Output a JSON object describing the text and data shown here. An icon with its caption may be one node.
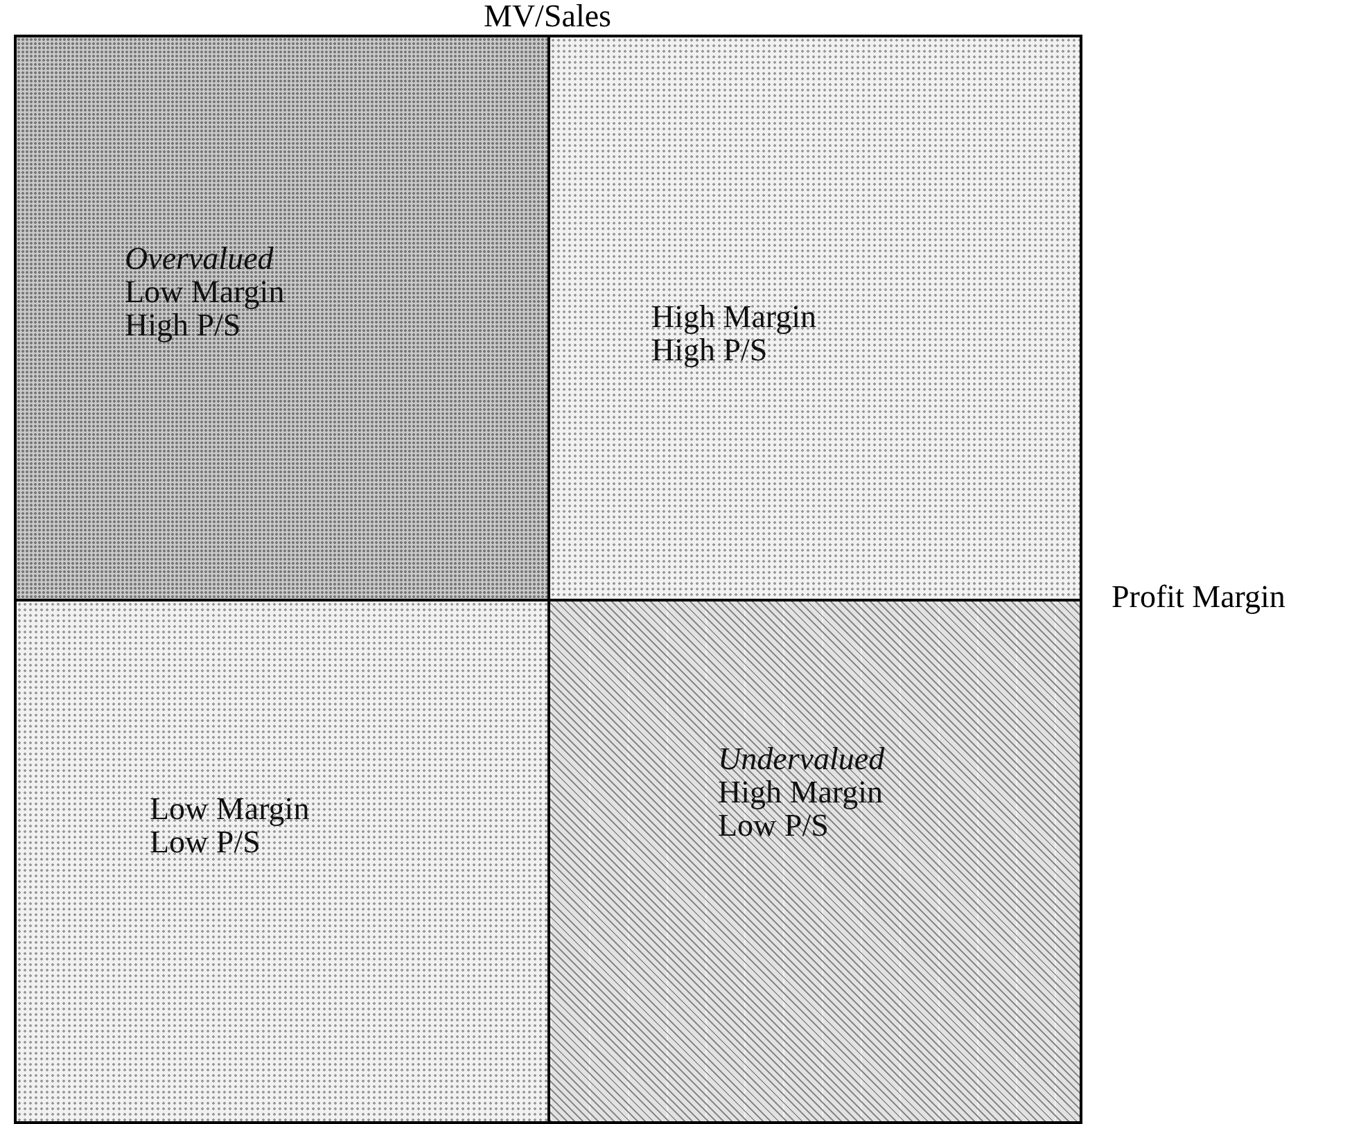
{
  "diagram": {
    "nodes": [
      {
        "text": [
          "Overvalued",
          "Low Margin",
          "High P/S"
        ]
      },
      {
        "text": [
          "High Margin",
          "High P/S"
        ]
      },
      {
        "text": [
          "Low Margin",
          "Low P/S"
        ]
      },
      {
        "text": [
          "Undervalued",
          "High Margin",
          "Low P/S"
        ]
      }
    ],
    "labels": [
      "MV/Sales",
      "Profit Margin"
    ]
  }
}
